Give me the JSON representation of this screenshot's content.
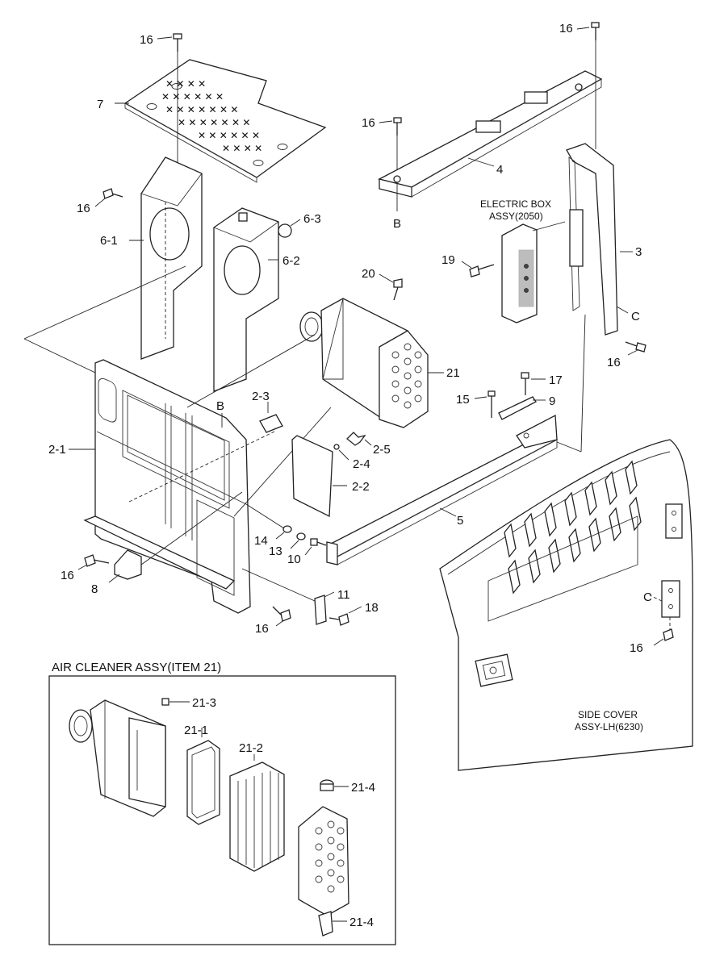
{
  "labels": {
    "l16a": "16",
    "l16b": "16",
    "l16c": "16",
    "l16d": "16",
    "l16e": "16",
    "l16f": "16",
    "l16g": "16",
    "l16h": "16",
    "l7": "7",
    "l4": "4",
    "lB1": "B",
    "lB2": "B",
    "l6_1": "6-1",
    "l6_2": "6-2",
    "l6_3": "6-3",
    "l3": "3",
    "lC1": "C",
    "lC2": "C",
    "l19": "19",
    "l20": "20",
    "l21": "21",
    "l17": "17",
    "l15": "15",
    "l9": "9",
    "l2_1": "2-1",
    "l2_2": "2-2",
    "l2_3": "2-3",
    "l2_4": "2-4",
    "l2_5": "2-5",
    "l5": "5",
    "l14": "14",
    "l13": "13",
    "l10": "10",
    "l8": "8",
    "l11": "11",
    "l18": "18",
    "l21_1": "21-1",
    "l21_2": "21-2",
    "l21_3": "21-3",
    "l21_4a": "21-4",
    "l21_4b": "21-4"
  },
  "electric_box": {
    "line1": "ELECTRIC BOX",
    "line2": "ASSY(2050)"
  },
  "side_cover": {
    "line1": "SIDE COVER",
    "line2": "ASSY-LH(6230)"
  },
  "air_cleaner": {
    "title": "AIR CLEANER ASSY(ITEM 21)"
  }
}
